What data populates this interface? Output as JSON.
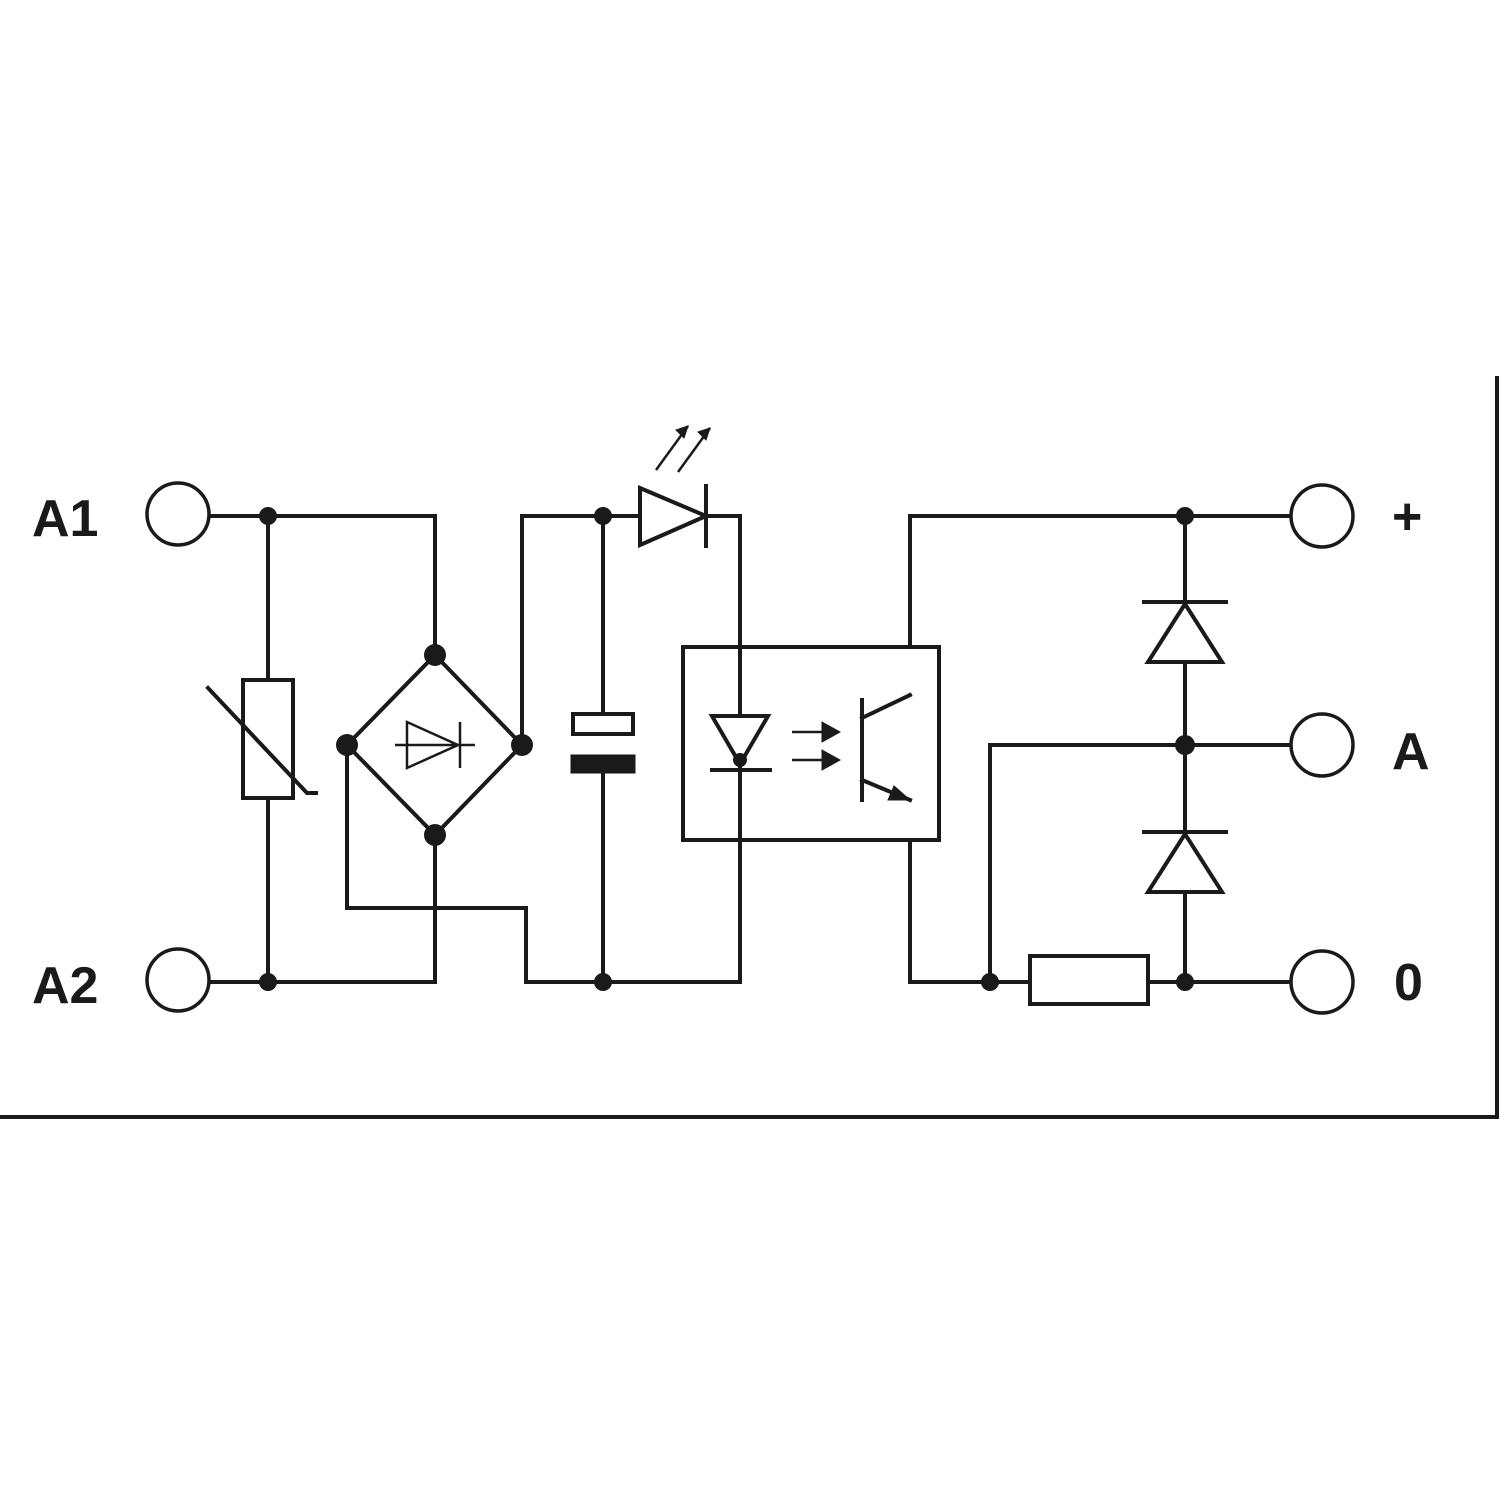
{
  "diagram": {
    "colors": {
      "ink": "#1a1a1a",
      "background": "#ffffff"
    },
    "terminals": {
      "a1": "A1",
      "a2": "A2",
      "plus": "+",
      "out": "A",
      "zero": "0"
    },
    "components": [
      "varistor-icon",
      "bridge-rectifier-icon",
      "capacitor-icon",
      "led-indicator-icon",
      "optocoupler-icon",
      "protection-diode-icon",
      "resistor-icon"
    ]
  }
}
